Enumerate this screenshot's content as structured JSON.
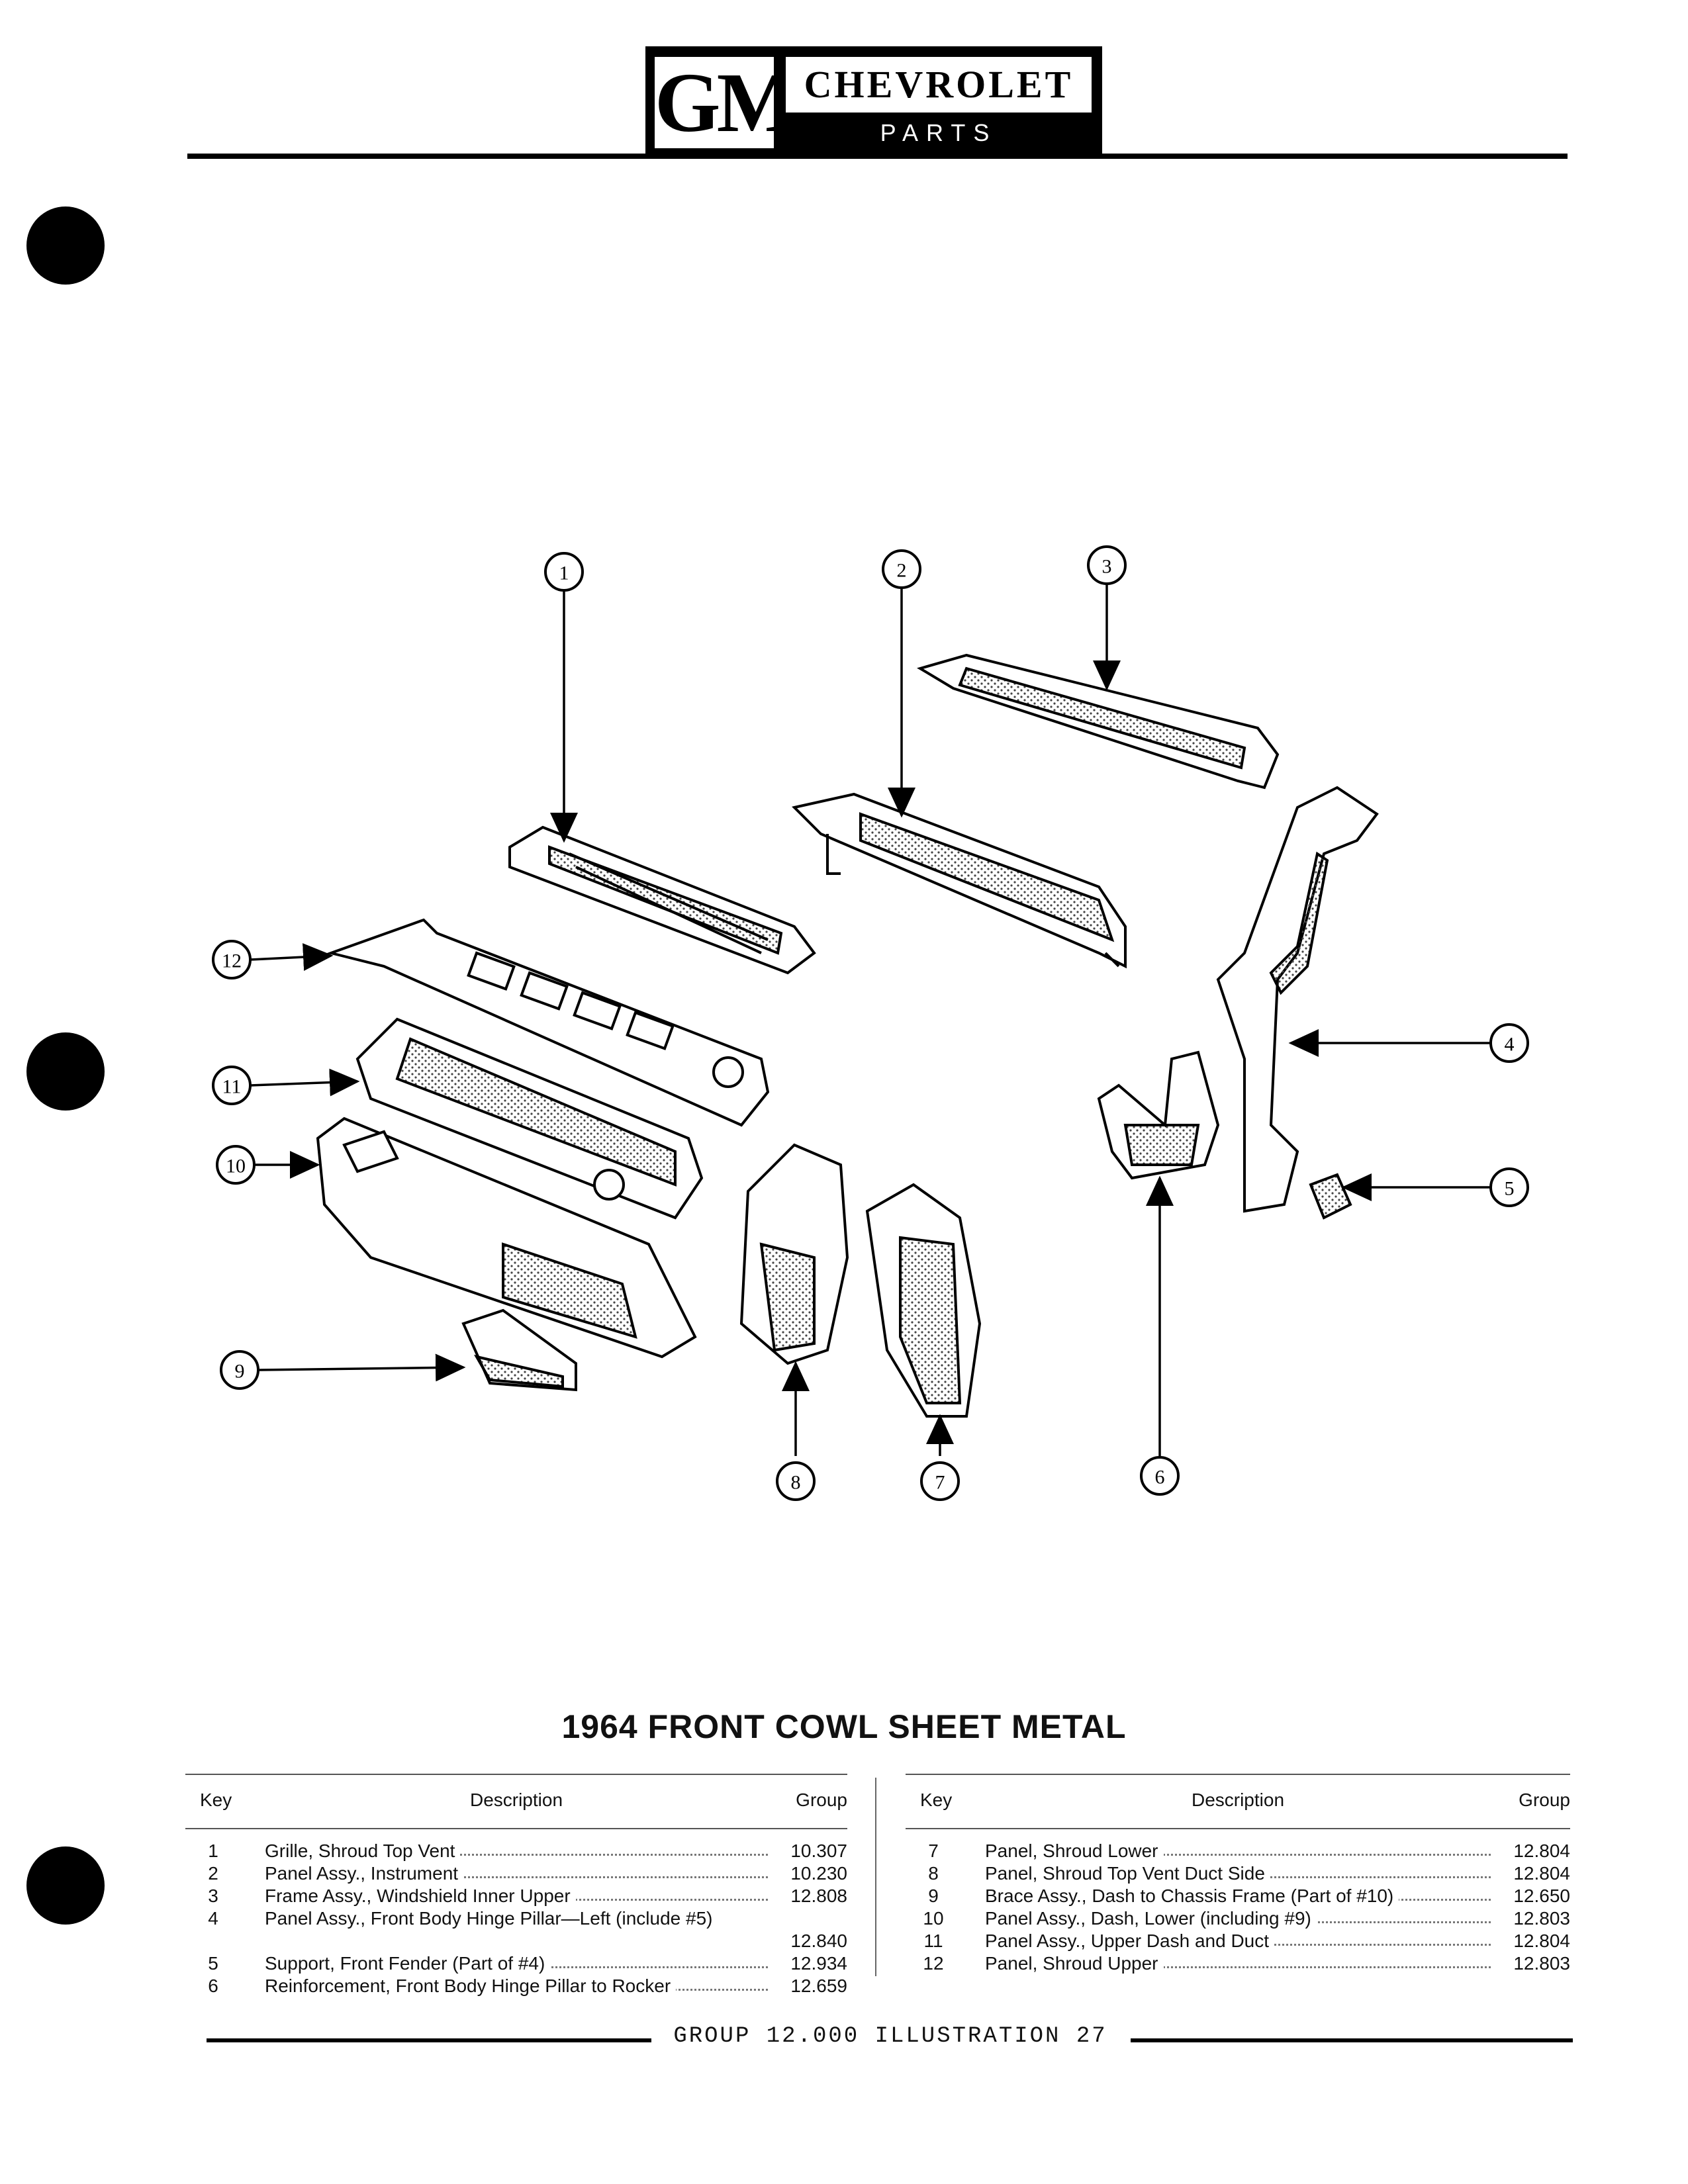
{
  "header": {
    "logo": "GM",
    "brand": "CHEVROLET",
    "subtitle": "PARTS CATALOGUE"
  },
  "illustration": {
    "callouts": [
      "1",
      "2",
      "3",
      "4",
      "5",
      "6",
      "7",
      "8",
      "9",
      "10",
      "11",
      "12"
    ]
  },
  "title": "1964 FRONT COWL SHEET METAL",
  "table": {
    "columns": {
      "key": "Key",
      "description": "Description",
      "group": "Group"
    },
    "left": [
      {
        "key": "1",
        "description": "Grille, Shroud Top Vent",
        "group": "10.307"
      },
      {
        "key": "2",
        "description": "Panel Assy., Instrument",
        "group": "10.230"
      },
      {
        "key": "3",
        "description": "Frame Assy., Windshield Inner Upper",
        "group": "12.808"
      },
      {
        "key": "4",
        "description": "Panel Assy., Front Body Hinge Pillar—Left (include #5)",
        "group": "12.840"
      },
      {
        "key": "5",
        "description": "Support, Front Fender (Part of #4)",
        "group": "12.934"
      },
      {
        "key": "6",
        "description": "Reinforcement, Front Body Hinge Pillar to Rocker",
        "group": "12.659"
      }
    ],
    "right": [
      {
        "key": "7",
        "description": "Panel, Shroud Lower",
        "group": "12.804"
      },
      {
        "key": "8",
        "description": "Panel, Shroud Top Vent Duct Side",
        "group": "12.804"
      },
      {
        "key": "9",
        "description": "Brace Assy., Dash to Chassis Frame (Part of #10)",
        "group": "12.650"
      },
      {
        "key": "10",
        "description": "Panel Assy., Dash, Lower (including #9)",
        "group": "12.803"
      },
      {
        "key": "11",
        "description": "Panel Assy., Upper Dash and Duct",
        "group": "12.804"
      },
      {
        "key": "12",
        "description": "Panel, Shroud Upper",
        "group": "12.803"
      }
    ]
  },
  "footer": "GROUP 12.000 ILLUSTRATION 27"
}
